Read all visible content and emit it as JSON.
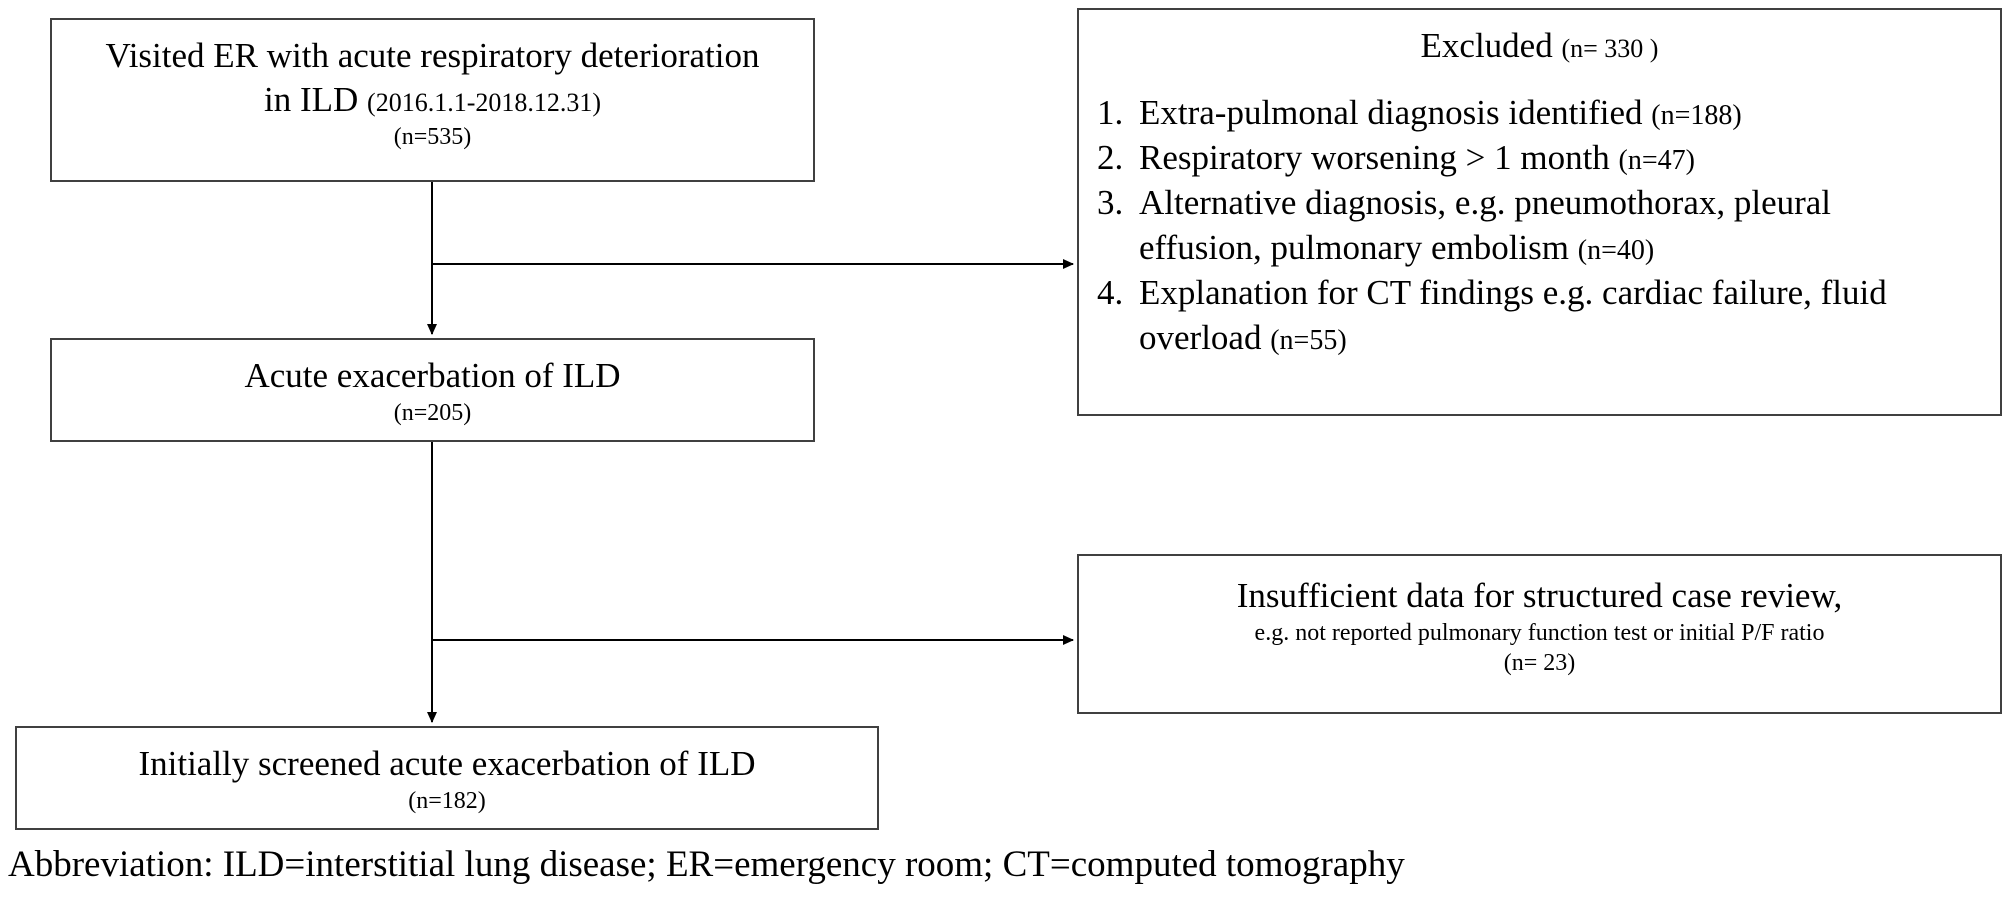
{
  "boxes": {
    "visited": {
      "line1": "Visited ER with acute respiratory deterioration",
      "line2_main": "in ILD",
      "line2_dates": "(2016.1.1-2018.12.31)",
      "count": "(n=535)"
    },
    "acute_exacerbation": {
      "title": "Acute exacerbation of ILD",
      "count": "(n=205)"
    },
    "initially_screened": {
      "title": "Initially screened acute exacerbation of ILD",
      "count": "(n=182)"
    },
    "excluded": {
      "title": "Excluded",
      "count": "(n= 330 )",
      "items": [
        {
          "number": "1.",
          "lines": [
            "Extra-pulmonal diagnosis identified"
          ],
          "count": "(n=188)"
        },
        {
          "number": "2.",
          "lines": [
            "Respiratory worsening > 1 month"
          ],
          "count": "(n=47)"
        },
        {
          "number": "3.",
          "lines": [
            "Alternative diagnosis, e.g. pneumothorax, pleural",
            "effusion, pulmonary embolism"
          ],
          "count": "(n=40)"
        },
        {
          "number": "4.",
          "lines": [
            "Explanation for CT findings e.g. cardiac failure, fluid",
            "overload"
          ],
          "count": "(n=55)"
        }
      ]
    },
    "insufficient": {
      "title": "Insufficient data for structured case review,",
      "detail": "e.g. not reported pulmonary function test or initial P/F ratio",
      "count": "(n= 23)"
    }
  },
  "footnote": "Abbreviation: ILD=interstitial lung disease; ER=emergency room; CT=computed tomography",
  "colors": {
    "line": "#000000",
    "border": "#404040",
    "background": "#ffffff"
  }
}
